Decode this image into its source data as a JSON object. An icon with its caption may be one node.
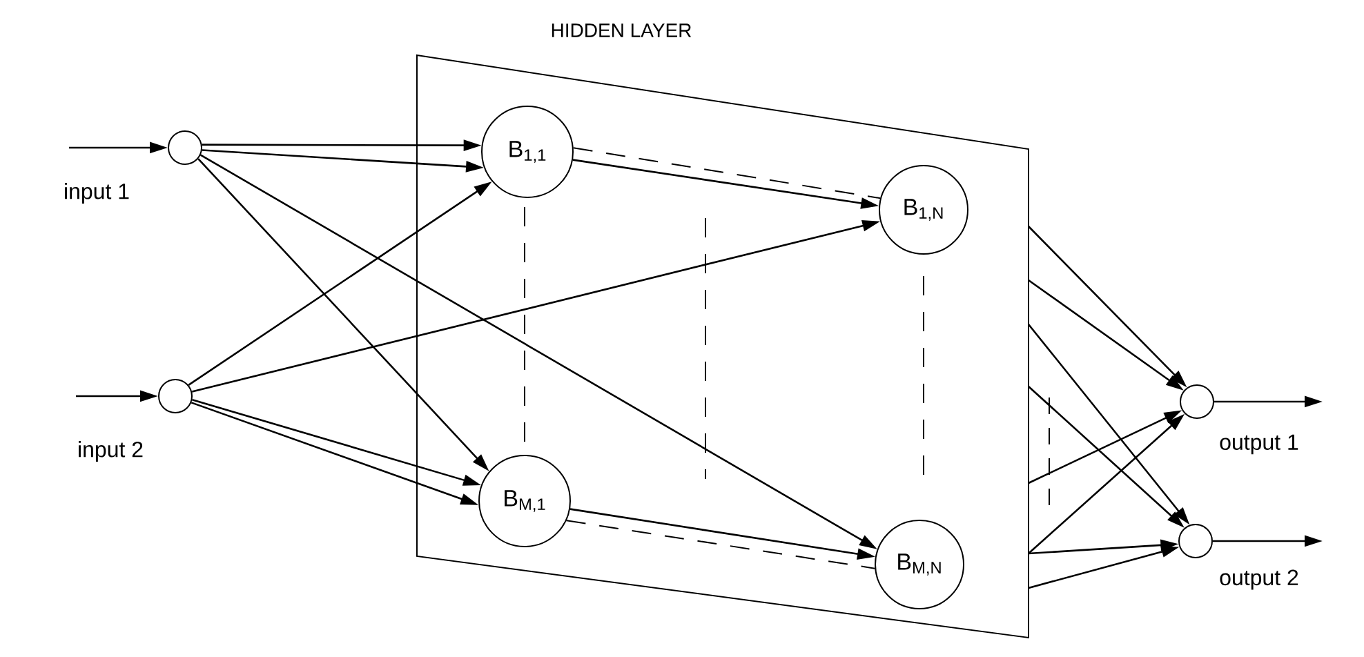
{
  "diagram": {
    "nodes": [
      {
        "text": [
          "HIDDEN LAYER"
        ]
      },
      {
        "text": [],
        "shape": "circle",
        "beside": [
          "input 1"
        ]
      },
      {
        "text": [],
        "shape": "circle",
        "beside": [
          "input 2"
        ]
      },
      {
        "text": [
          "B$_{1,1}$"
        ],
        "in": 0
      },
      {
        "text": [
          "B$_{1,N}$"
        ],
        "in": 0
      },
      {
        "text": [
          "B$_{M,1}$"
        ],
        "in": 0
      },
      {
        "text": [
          "B$_{M,N}$"
        ],
        "in": 0
      },
      {
        "text": [],
        "shape": "circle",
        "beside": [
          "output 1"
        ]
      },
      {
        "text": [],
        "shape": "circle",
        "beside": [
          "output 2"
        ]
      }
    ],
    "edges": [
      {
        "from": null,
        "to": 1,
        "arrow": "to"
      },
      {
        "from": null,
        "to": 2,
        "arrow": "to"
      },
      {
        "from": 1,
        "to": 3,
        "arrow": "to"
      },
      {
        "from": 1,
        "to": 3,
        "arrow": "to"
      },
      {
        "from": 1,
        "to": 5,
        "arrow": "to"
      },
      {
        "from": 1,
        "to": 6,
        "arrow": "to"
      },
      {
        "from": 2,
        "to": 3,
        "arrow": "to"
      },
      {
        "from": 2,
        "to": 4,
        "arrow": "to"
      },
      {
        "from": 2,
        "to": 5,
        "arrow": "to"
      },
      {
        "from": 2,
        "to": 5,
        "arrow": "to"
      },
      {
        "from": 3,
        "to": 4,
        "arrow": "to"
      },
      {
        "from": 3,
        "to": 4,
        "arrow": "none",
        "style": "dashed"
      },
      {
        "from": 5,
        "to": 6,
        "arrow": "to"
      },
      {
        "from": 5,
        "to": 6,
        "arrow": "none",
        "style": "dashed"
      },
      {
        "from": 0,
        "to": 7,
        "arrow": "to"
      },
      {
        "from": 0,
        "to": 7,
        "arrow": "to"
      },
      {
        "from": 0,
        "to": 8,
        "arrow": "to"
      },
      {
        "from": 0,
        "to": 8,
        "arrow": "to"
      },
      {
        "from": 0,
        "to": 7,
        "arrow": "to"
      },
      {
        "from": 0,
        "to": 7,
        "arrow": "to"
      },
      {
        "from": 0,
        "to": 8,
        "arrow": "to"
      },
      {
        "from": 0,
        "to": 8,
        "arrow": "to"
      },
      {
        "from": 7,
        "to": null,
        "arrow": "to"
      },
      {
        "from": 8,
        "to": null,
        "arrow": "to"
      }
    ]
  }
}
